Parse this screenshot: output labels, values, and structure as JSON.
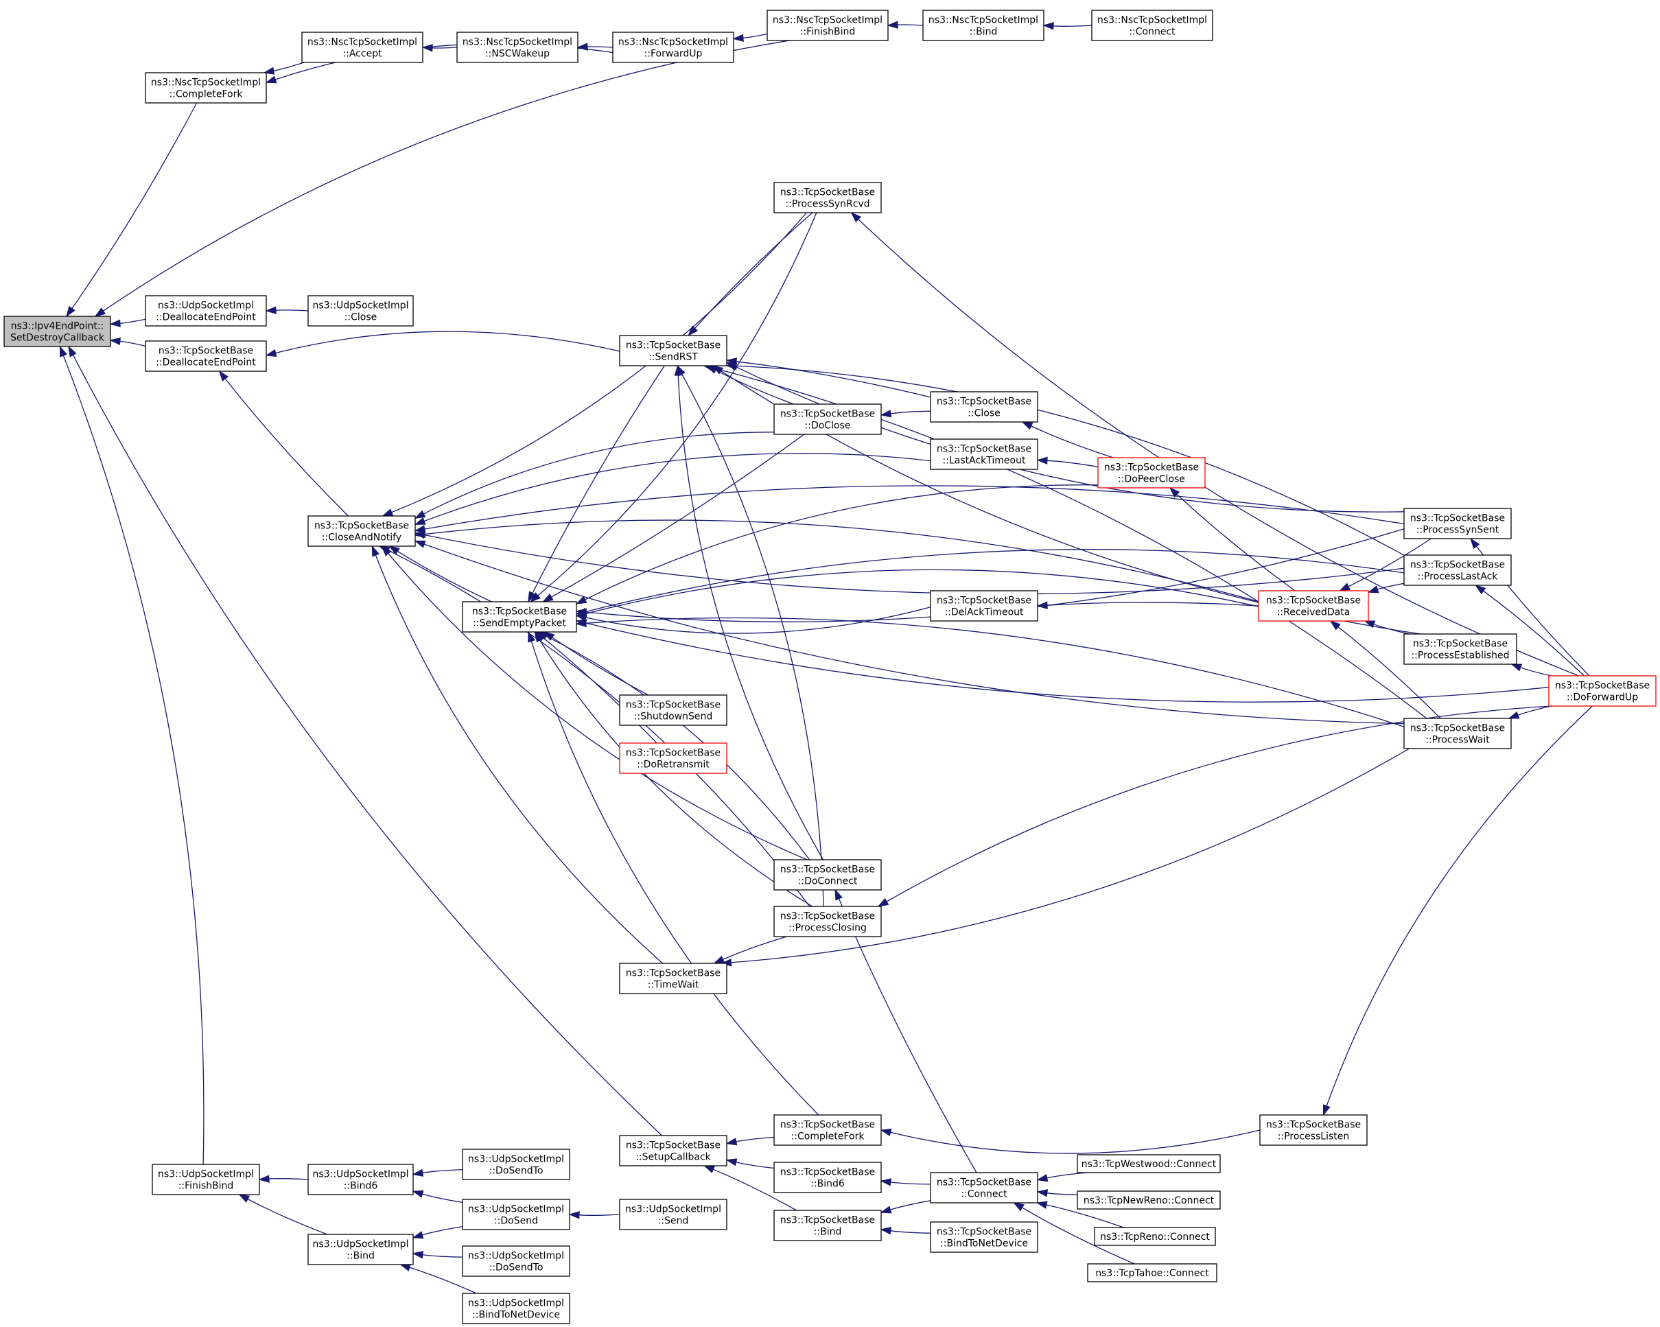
{
  "graph_title": "",
  "colors": {
    "edge": "#191970",
    "node_border": "#000000",
    "root_fill": "#bfbfbf",
    "truncated_border": "#ff0000",
    "background": "#ffffff"
  },
  "nodes": [
    {
      "id": "root",
      "lines": [
        "ns3::Ipv4EndPoint::",
        "SetDestroyCallback"
      ],
      "style": "root"
    },
    {
      "id": "nsc_completefork",
      "lines": [
        "ns3::NscTcpSocketImpl",
        "::CompleteFork"
      ]
    },
    {
      "id": "nsc_accept",
      "lines": [
        "ns3::NscTcpSocketImpl",
        "::Accept"
      ]
    },
    {
      "id": "nsc_nscwakeup",
      "lines": [
        "ns3::NscTcpSocketImpl",
        "::NSCWakeup"
      ]
    },
    {
      "id": "nsc_forwardup",
      "lines": [
        "ns3::NscTcpSocketImpl",
        "::ForwardUp"
      ]
    },
    {
      "id": "nsc_finishbind",
      "lines": [
        "ns3::NscTcpSocketImpl",
        "::FinishBind"
      ]
    },
    {
      "id": "nsc_bind",
      "lines": [
        "ns3::NscTcpSocketImpl",
        "::Bind"
      ]
    },
    {
      "id": "nsc_connect",
      "lines": [
        "ns3::NscTcpSocketImpl",
        "::Connect"
      ]
    },
    {
      "id": "udp_deallocate",
      "lines": [
        "ns3::UdpSocketImpl",
        "::DeallocateEndPoint"
      ]
    },
    {
      "id": "udp_close",
      "lines": [
        "ns3::UdpSocketImpl",
        "::Close"
      ]
    },
    {
      "id": "tcp_deallocate",
      "lines": [
        "ns3::TcpSocketBase",
        "::DeallocateEndPoint"
      ]
    },
    {
      "id": "tcp_closeandnotify",
      "lines": [
        "ns3::TcpSocketBase",
        "::CloseAndNotify"
      ]
    },
    {
      "id": "tcp_sendrst",
      "lines": [
        "ns3::TcpSocketBase",
        "::SendRST"
      ]
    },
    {
      "id": "tcp_processsynrcvd",
      "lines": [
        "ns3::TcpSocketBase",
        "::ProcessSynRcvd"
      ]
    },
    {
      "id": "tcp_doclose",
      "lines": [
        "ns3::TcpSocketBase",
        "::DoClose"
      ]
    },
    {
      "id": "tcp_close",
      "lines": [
        "ns3::TcpSocketBase",
        "::Close"
      ]
    },
    {
      "id": "tcp_lastacktimeout",
      "lines": [
        "ns3::TcpSocketBase",
        "::LastAckTimeout"
      ]
    },
    {
      "id": "tcp_dopeerclose",
      "lines": [
        "ns3::TcpSocketBase",
        "::DoPeerClose"
      ],
      "style": "truncated"
    },
    {
      "id": "tcp_sendemptypacket",
      "lines": [
        "ns3::TcpSocketBase",
        "::SendEmptyPacket"
      ]
    },
    {
      "id": "tcp_delacktimeout",
      "lines": [
        "ns3::TcpSocketBase",
        "::DelAckTimeout"
      ]
    },
    {
      "id": "tcp_receiveddata",
      "lines": [
        "ns3::TcpSocketBase",
        "::ReceivedData"
      ],
      "style": "truncated"
    },
    {
      "id": "tcp_shutdownsend",
      "lines": [
        "ns3::TcpSocketBase",
        "::ShutdownSend"
      ]
    },
    {
      "id": "tcp_doretransmit",
      "lines": [
        "ns3::TcpSocketBase",
        "::DoRetransmit"
      ],
      "style": "truncated"
    },
    {
      "id": "tcp_processsynsent",
      "lines": [
        "ns3::TcpSocketBase",
        "::ProcessSynSent"
      ]
    },
    {
      "id": "tcp_processlastack",
      "lines": [
        "ns3::TcpSocketBase",
        "::ProcessLastAck"
      ]
    },
    {
      "id": "tcp_processestablished",
      "lines": [
        "ns3::TcpSocketBase",
        "::ProcessEstablished"
      ]
    },
    {
      "id": "tcp_processwait",
      "lines": [
        "ns3::TcpSocketBase",
        "::ProcessWait"
      ]
    },
    {
      "id": "tcp_doforwardup",
      "lines": [
        "ns3::TcpSocketBase",
        "::DoForwardUp"
      ],
      "style": "truncated"
    },
    {
      "id": "tcp_doconnect",
      "lines": [
        "ns3::TcpSocketBase",
        "::DoConnect"
      ]
    },
    {
      "id": "tcp_processclosing",
      "lines": [
        "ns3::TcpSocketBase",
        "::ProcessClosing"
      ]
    },
    {
      "id": "tcp_timewait",
      "lines": [
        "ns3::TcpSocketBase",
        "::TimeWait"
      ]
    },
    {
      "id": "tcp_setupcallback",
      "lines": [
        "ns3::TcpSocketBase",
        "::SetupCallback"
      ]
    },
    {
      "id": "tcp_completefork",
      "lines": [
        "ns3::TcpSocketBase",
        "::CompleteFork"
      ]
    },
    {
      "id": "tcp_processlisten",
      "lines": [
        "ns3::TcpSocketBase",
        "::ProcessListen"
      ]
    },
    {
      "id": "tcp_bind6",
      "lines": [
        "ns3::TcpSocketBase",
        "::Bind6"
      ]
    },
    {
      "id": "tcp_bind",
      "lines": [
        "ns3::TcpSocketBase",
        "::Bind"
      ]
    },
    {
      "id": "tcp_connect",
      "lines": [
        "ns3::TcpSocketBase",
        "::Connect"
      ]
    },
    {
      "id": "tcp_bindtonetdevice",
      "lines": [
        "ns3::TcpSocketBase",
        "::BindToNetDevice"
      ]
    },
    {
      "id": "westwood_connect",
      "lines": [
        "ns3::TcpWestwood::Connect"
      ]
    },
    {
      "id": "newreno_connect",
      "lines": [
        "ns3::TcpNewReno::Connect"
      ]
    },
    {
      "id": "reno_connect",
      "lines": [
        "ns3::TcpReno::Connect"
      ]
    },
    {
      "id": "tahoe_connect",
      "lines": [
        "ns3::TcpTahoe::Connect"
      ]
    },
    {
      "id": "udp_finishbind",
      "lines": [
        "ns3::UdpSocketImpl",
        "::FinishBind"
      ]
    },
    {
      "id": "udp_bind6",
      "lines": [
        "ns3::UdpSocketImpl",
        "::Bind6"
      ]
    },
    {
      "id": "udp_bind",
      "lines": [
        "ns3::UdpSocketImpl",
        "::Bind"
      ]
    },
    {
      "id": "udp_dosendto_a",
      "lines": [
        "ns3::UdpSocketImpl",
        "::DoSendTo"
      ]
    },
    {
      "id": "udp_dosend",
      "lines": [
        "ns3::UdpSocketImpl",
        "::DoSend"
      ]
    },
    {
      "id": "udp_send",
      "lines": [
        "ns3::UdpSocketImpl",
        "::Send"
      ]
    },
    {
      "id": "udp_dosendto_b",
      "lines": [
        "ns3::UdpSocketImpl",
        "::DoSendTo"
      ]
    },
    {
      "id": "udp_bindtonetdevice",
      "lines": [
        "ns3::UdpSocketImpl",
        "::BindToNetDevice"
      ]
    }
  ],
  "edges": [
    {
      "from": "nsc_completefork",
      "to": "root"
    },
    {
      "from": "nsc_finishbind",
      "to": "root"
    },
    {
      "from": "udp_deallocate",
      "to": "root"
    },
    {
      "from": "tcp_deallocate",
      "to": "root"
    },
    {
      "from": "tcp_setupcallback",
      "to": "root"
    },
    {
      "from": "udp_finishbind",
      "to": "root"
    },
    {
      "from": "nsc_accept",
      "to": "nsc_completefork"
    },
    {
      "from": "nsc_forwardup",
      "to": "nsc_completefork"
    },
    {
      "from": "nsc_nscwakeup",
      "to": "nsc_accept"
    },
    {
      "from": "nsc_forwardup",
      "to": "nsc_nscwakeup"
    },
    {
      "from": "nsc_finishbind",
      "to": "nsc_forwardup"
    },
    {
      "from": "nsc_bind",
      "to": "nsc_finishbind"
    },
    {
      "from": "nsc_connect",
      "to": "nsc_bind"
    },
    {
      "from": "udp_close",
      "to": "udp_deallocate"
    },
    {
      "from": "tcp_closeandnotify",
      "to": "tcp_deallocate"
    },
    {
      "from": "tcp_sendrst",
      "to": "tcp_deallocate"
    },
    {
      "from": "tcp_sendemptypacket",
      "to": "tcp_closeandnotify"
    },
    {
      "from": "tcp_lastacktimeout",
      "to": "tcp_closeandnotify"
    },
    {
      "from": "tcp_processsynrcvd",
      "to": "tcp_closeandnotify"
    },
    {
      "from": "tcp_doclose",
      "to": "tcp_closeandnotify"
    },
    {
      "from": "tcp_doconnect",
      "to": "tcp_closeandnotify"
    },
    {
      "from": "tcp_processclosing",
      "to": "tcp_closeandnotify"
    },
    {
      "from": "tcp_timewait",
      "to": "tcp_closeandnotify"
    },
    {
      "from": "tcp_processsynsent",
      "to": "tcp_closeandnotify"
    },
    {
      "from": "tcp_processlastack",
      "to": "tcp_closeandnotify"
    },
    {
      "from": "tcp_receiveddata",
      "to": "tcp_closeandnotify"
    },
    {
      "from": "tcp_processwait",
      "to": "tcp_closeandnotify"
    },
    {
      "from": "tcp_processsynrcvd",
      "to": "tcp_sendrst"
    },
    {
      "from": "tcp_doclose",
      "to": "tcp_sendrst"
    },
    {
      "from": "tcp_close",
      "to": "tcp_sendrst"
    },
    {
      "from": "tcp_processsynsent",
      "to": "tcp_sendrst"
    },
    {
      "from": "tcp_processlastack",
      "to": "tcp_sendrst"
    },
    {
      "from": "tcp_processestablished",
      "to": "tcp_sendrst"
    },
    {
      "from": "tcp_processwait",
      "to": "tcp_sendrst"
    },
    {
      "from": "tcp_doconnect",
      "to": "tcp_sendrst"
    },
    {
      "from": "tcp_processclosing",
      "to": "tcp_sendrst"
    },
    {
      "from": "tcp_doforwardup",
      "to": "tcp_processsynrcvd"
    },
    {
      "from": "tcp_close",
      "to": "tcp_doclose"
    },
    {
      "from": "tcp_dopeerclose",
      "to": "tcp_close"
    },
    {
      "from": "tcp_dopeerclose",
      "to": "tcp_lastacktimeout"
    },
    {
      "from": "tcp_receiveddata",
      "to": "tcp_dopeerclose"
    },
    {
      "from": "tcp_receiveddata",
      "to": "tcp_delacktimeout"
    },
    {
      "from": "tcp_processsynsent",
      "to": "tcp_receiveddata"
    },
    {
      "from": "tcp_processlastack",
      "to": "tcp_receiveddata"
    },
    {
      "from": "tcp_processestablished",
      "to": "tcp_receiveddata"
    },
    {
      "from": "tcp_processwait",
      "to": "tcp_receiveddata"
    },
    {
      "from": "tcp_doforwardup",
      "to": "tcp_processsynsent"
    },
    {
      "from": "tcp_doforwardup",
      "to": "tcp_processlastack"
    },
    {
      "from": "tcp_doforwardup",
      "to": "tcp_processestablished"
    },
    {
      "from": "tcp_doforwardup",
      "to": "tcp_processwait"
    },
    {
      "from": "tcp_processsynrcvd",
      "to": "tcp_sendemptypacket"
    },
    {
      "from": "tcp_sendrst",
      "to": "tcp_sendemptypacket"
    },
    {
      "from": "tcp_doclose",
      "to": "tcp_sendemptypacket"
    },
    {
      "from": "tcp_dopeerclose",
      "to": "tcp_sendemptypacket"
    },
    {
      "from": "tcp_processsynsent",
      "to": "tcp_sendemptypacket"
    },
    {
      "from": "tcp_processlastack",
      "to": "tcp_sendemptypacket"
    },
    {
      "from": "tcp_delacktimeout",
      "to": "tcp_sendemptypacket"
    },
    {
      "from": "tcp_receiveddata",
      "to": "tcp_sendemptypacket"
    },
    {
      "from": "tcp_shutdownsend",
      "to": "tcp_sendemptypacket"
    },
    {
      "from": "tcp_doretransmit",
      "to": "tcp_sendemptypacket"
    },
    {
      "from": "tcp_processclosing",
      "to": "tcp_sendemptypacket"
    },
    {
      "from": "tcp_processwait",
      "to": "tcp_sendemptypacket"
    },
    {
      "from": "tcp_doforwardup",
      "to": "tcp_sendemptypacket"
    },
    {
      "from": "tcp_doconnect",
      "to": "tcp_sendemptypacket"
    },
    {
      "from": "tcp_completefork",
      "to": "tcp_sendemptypacket"
    },
    {
      "from": "tcp_processclosing",
      "to": "tcp_timewait"
    },
    {
      "from": "tcp_processwait",
      "to": "tcp_timewait"
    },
    {
      "from": "tcp_doforwardup",
      "to": "tcp_processclosing"
    },
    {
      "from": "tcp_connect",
      "to": "tcp_doconnect"
    },
    {
      "from": "tcp_completefork",
      "to": "tcp_setupcallback"
    },
    {
      "from": "tcp_bind6",
      "to": "tcp_setupcallback"
    },
    {
      "from": "tcp_bind",
      "to": "tcp_setupcallback"
    },
    {
      "from": "tcp_processlisten",
      "to": "tcp_completefork"
    },
    {
      "from": "tcp_doforwardup",
      "to": "tcp_processlisten"
    },
    {
      "from": "tcp_connect",
      "to": "tcp_bind6"
    },
    {
      "from": "tcp_connect",
      "to": "tcp_bind"
    },
    {
      "from": "tcp_bindtonetdevice",
      "to": "tcp_bind"
    },
    {
      "from": "westwood_connect",
      "to": "tcp_connect"
    },
    {
      "from": "newreno_connect",
      "to": "tcp_connect"
    },
    {
      "from": "reno_connect",
      "to": "tcp_connect"
    },
    {
      "from": "tahoe_connect",
      "to": "tcp_connect"
    },
    {
      "from": "udp_bind6",
      "to": "udp_finishbind"
    },
    {
      "from": "udp_bind",
      "to": "udp_finishbind"
    },
    {
      "from": "udp_dosendto_a",
      "to": "udp_bind6"
    },
    {
      "from": "udp_dosend",
      "to": "udp_bind6"
    },
    {
      "from": "udp_dosend",
      "to": "udp_bind"
    },
    {
      "from": "udp_dosendto_b",
      "to": "udp_bind"
    },
    {
      "from": "udp_bindtonetdevice",
      "to": "udp_bind"
    },
    {
      "from": "udp_send",
      "to": "udp_dosend"
    }
  ]
}
